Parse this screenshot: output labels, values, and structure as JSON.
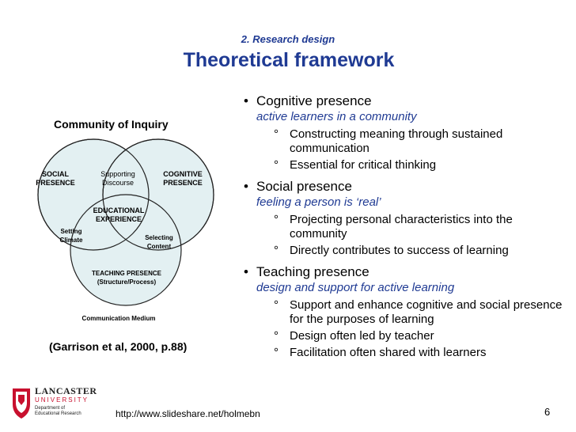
{
  "header": {
    "subtitle": "2. Research design",
    "title": "Theoretical framework"
  },
  "diagram": {
    "title": "Community of Inquiry",
    "labels": {
      "social": "SOCIAL\nPRESENCE",
      "supporting": "Supporting\nDiscourse",
      "cognitive": "COGNITIVE\nPRESENCE",
      "educational": "EDUCATIONAL\nEXPERIENCE",
      "setting": "Setting\nClimate",
      "selecting": "Selecting\nContent",
      "teaching": "TEACHING PRESENCE\n(Structure/Process)",
      "medium": "Communication Medium"
    },
    "citation": "(Garrison et al, 2000, p.88)",
    "colors": {
      "circle_fill": "#e3f0f2",
      "circle_stroke": "#222222"
    }
  },
  "bullets": [
    {
      "title": "Cognitive presence",
      "subtitle": "active learners in a community",
      "items": [
        "Constructing meaning through sustained communication",
        "Essential for critical thinking"
      ]
    },
    {
      "title": "Social presence",
      "subtitle": "feeling a person is ‘real’",
      "items": [
        "Projecting personal characteristics into the community",
        "Directly contributes to success of learning"
      ]
    },
    {
      "title": "Teaching presence",
      "subtitle": "design and support for active learning",
      "items": [
        "Support and enhance cognitive and social presence for the purposes of learning",
        "Design often led by teacher",
        "Facilitation often shared with learners"
      ]
    }
  ],
  "footer": {
    "logo_name": "LANCASTER",
    "logo_sub": "UNIVERSITY",
    "logo_dept": "Department of\nEducational Research",
    "url": "http://www.slideshare.net/holmebn",
    "page_number": "6"
  },
  "symbols": {
    "bullet": "•",
    "sub_bullet": "°"
  },
  "accent_color": "#1f3a93"
}
